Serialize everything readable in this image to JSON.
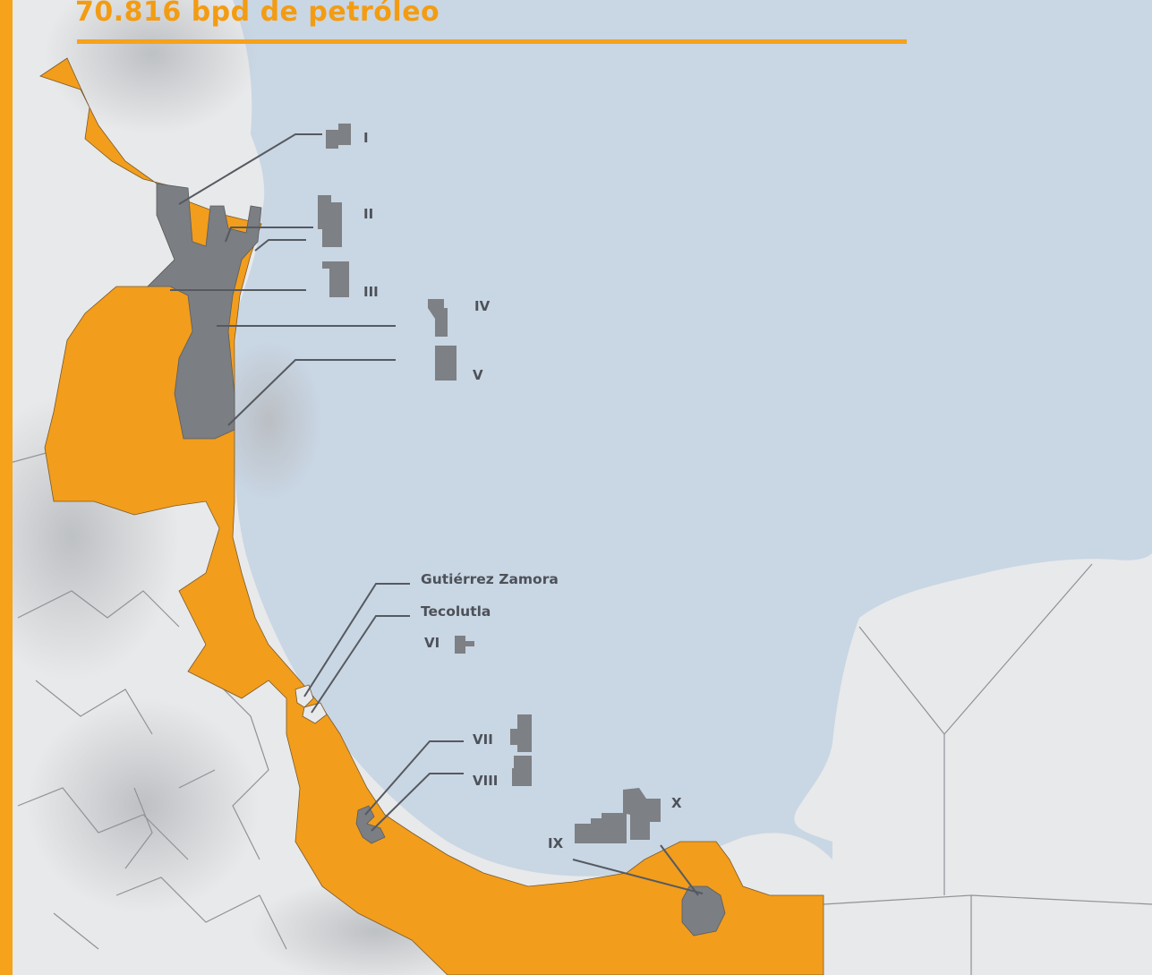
{
  "title": "70.816 bpd de petróleo",
  "colors": {
    "accent": "#f39c12",
    "sea": "#c9d6e4",
    "land": "#e9eaeb",
    "municipality": "#f29d1c",
    "zone": "#7b7e82",
    "text": "#4d5158"
  },
  "zones": {
    "I": "I",
    "II": "II",
    "III": "III",
    "IV": "IV",
    "V": "V",
    "VI": "VI",
    "VII": "VII",
    "VIII": "VIII",
    "IX": "IX",
    "X": "X"
  },
  "places": {
    "gutierrez_zamora": "Gutiérrez Zamora",
    "tecolutla": "Tecolutla"
  }
}
